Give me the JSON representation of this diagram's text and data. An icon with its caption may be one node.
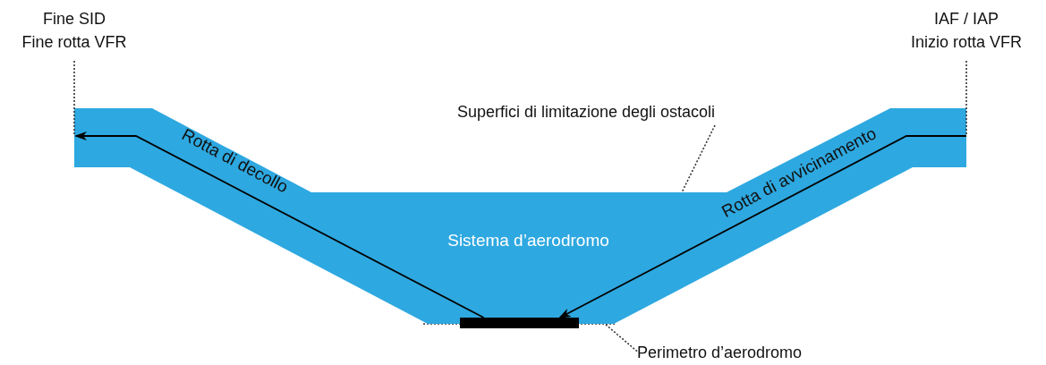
{
  "diagram": {
    "nodes": [
      {
        "text": [
          "Fine SID",
          "Fine rotta VFR"
        ]
      },
      {
        "text": [
          "IAF / IAP",
          "Inizio rotta VFR"
        ]
      },
      {
        "text": [
          "Superfici di limitazione degli ostacoli"
        ]
      },
      {
        "text": [
          "Sistema d’aerodromo"
        ]
      },
      {
        "text": [],
        "shape": "bar"
      },
      {
        "text": [
          "Perimetro d’aerodromo"
        ]
      }
    ],
    "edges": [
      {
        "from": 4,
        "to": 3,
        "arrow": "to",
        "label": "Rotta di decollo"
      },
      {
        "from": 3,
        "to": 4,
        "arrow": "to",
        "label": "Rotta di avvicinamento"
      },
      {
        "from": 0,
        "to": 3,
        "arrow": "none",
        "style": "dashed"
      },
      {
        "from": 1,
        "to": 3,
        "arrow": "none",
        "style": "dashed"
      },
      {
        "from": 2,
        "to": 3,
        "arrow": "none",
        "style": "dashed"
      },
      {
        "from": 5,
        "to": 3,
        "arrow": "none",
        "style": "dashed"
      }
    ]
  }
}
